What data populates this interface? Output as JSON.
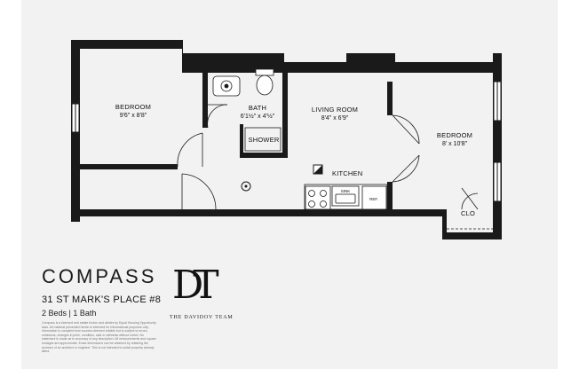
{
  "brand": {
    "name": "COMPASS",
    "address": "31 ST MARK'S PLACE #8",
    "beds_baths": "2 Beds | 1 Bath",
    "disclaimer": "Compass is a licensed real estate broker and abides by Equal Housing Opportunity laws. All material presented herein is intended for informational purposes only. Information is compiled from sources deemed reliable but is subject to errors, omissions, changes in price, condition, sale or withdraw without notice. No statement is made as to accuracy of any description. All measurements and square footages are approximate. Exact dimensions can be obtained by retaining the services of an architect or engineer. This is not intended to solicit property already listed."
  },
  "logo": {
    "monogram": "DT",
    "team_name": "THE DAVIDOV TEAM"
  },
  "floorplan": {
    "rooms": {
      "bedroom_left": {
        "name": "BEDROOM",
        "size": "9'6\" x 8'8\""
      },
      "bath": {
        "name": "BATH",
        "size": "6'1½\" x 4'½\""
      },
      "living_room": {
        "name": "LIVING ROOM",
        "size": "8'4\" x 6'9\""
      },
      "bedroom_right": {
        "name": "BEDROOM",
        "size": "8' x 10'8\""
      }
    },
    "labels": {
      "shower": "SHOWER",
      "kitchen": "KITCHEN",
      "sink": "SINK",
      "ref": "REF.",
      "clo": "CLO"
    }
  },
  "colors": {
    "wall": "#1a1a1a",
    "background": "#f2f2f2"
  }
}
